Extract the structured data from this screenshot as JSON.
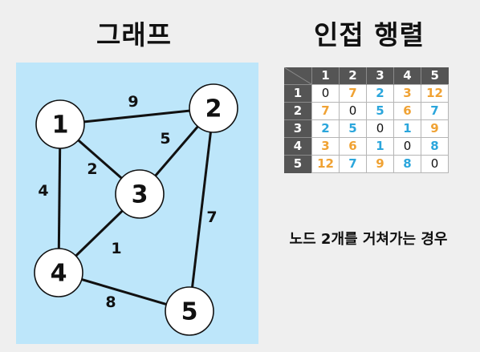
{
  "titles": {
    "graph": "그래프",
    "matrix": "인접 행렬"
  },
  "caption": "노드 2개를 거쳐가는 경우",
  "colors": {
    "panel": "#bde6fa",
    "orange": "#f0a233",
    "blue": "#2ba6dc",
    "dark": "#111111",
    "header": "#555555"
  },
  "graph": {
    "nodes": [
      {
        "id": "1",
        "label": "1"
      },
      {
        "id": "2",
        "label": "2"
      },
      {
        "id": "3",
        "label": "3"
      },
      {
        "id": "4",
        "label": "4"
      },
      {
        "id": "5",
        "label": "5"
      }
    ],
    "edges": [
      {
        "from": "1",
        "to": "2",
        "weight": "9"
      },
      {
        "from": "1",
        "to": "3",
        "weight": "2"
      },
      {
        "from": "1",
        "to": "4",
        "weight": "4"
      },
      {
        "from": "2",
        "to": "3",
        "weight": "5"
      },
      {
        "from": "2",
        "to": "5",
        "weight": "7"
      },
      {
        "from": "3",
        "to": "4",
        "weight": "1"
      },
      {
        "from": "4",
        "to": "5",
        "weight": "8"
      }
    ]
  },
  "matrix": {
    "headers": [
      "1",
      "2",
      "3",
      "4",
      "5"
    ],
    "rows": [
      {
        "label": "1",
        "cells": [
          {
            "value": "0",
            "tone": "dark"
          },
          {
            "value": "7",
            "tone": "orange"
          },
          {
            "value": "2",
            "tone": "blue"
          },
          {
            "value": "3",
            "tone": "orange"
          },
          {
            "value": "12",
            "tone": "orange"
          }
        ]
      },
      {
        "label": "2",
        "cells": [
          {
            "value": "7",
            "tone": "orange"
          },
          {
            "value": "0",
            "tone": "dark"
          },
          {
            "value": "5",
            "tone": "blue"
          },
          {
            "value": "6",
            "tone": "orange"
          },
          {
            "value": "7",
            "tone": "blue"
          }
        ]
      },
      {
        "label": "3",
        "cells": [
          {
            "value": "2",
            "tone": "blue"
          },
          {
            "value": "5",
            "tone": "blue"
          },
          {
            "value": "0",
            "tone": "dark"
          },
          {
            "value": "1",
            "tone": "blue"
          },
          {
            "value": "9",
            "tone": "orange"
          }
        ]
      },
      {
        "label": "4",
        "cells": [
          {
            "value": "3",
            "tone": "orange"
          },
          {
            "value": "6",
            "tone": "orange"
          },
          {
            "value": "1",
            "tone": "blue"
          },
          {
            "value": "0",
            "tone": "dark"
          },
          {
            "value": "8",
            "tone": "blue"
          }
        ]
      },
      {
        "label": "5",
        "cells": [
          {
            "value": "12",
            "tone": "orange"
          },
          {
            "value": "7",
            "tone": "blue"
          },
          {
            "value": "9",
            "tone": "orange"
          },
          {
            "value": "8",
            "tone": "blue"
          },
          {
            "value": "0",
            "tone": "dark"
          }
        ]
      }
    ]
  }
}
